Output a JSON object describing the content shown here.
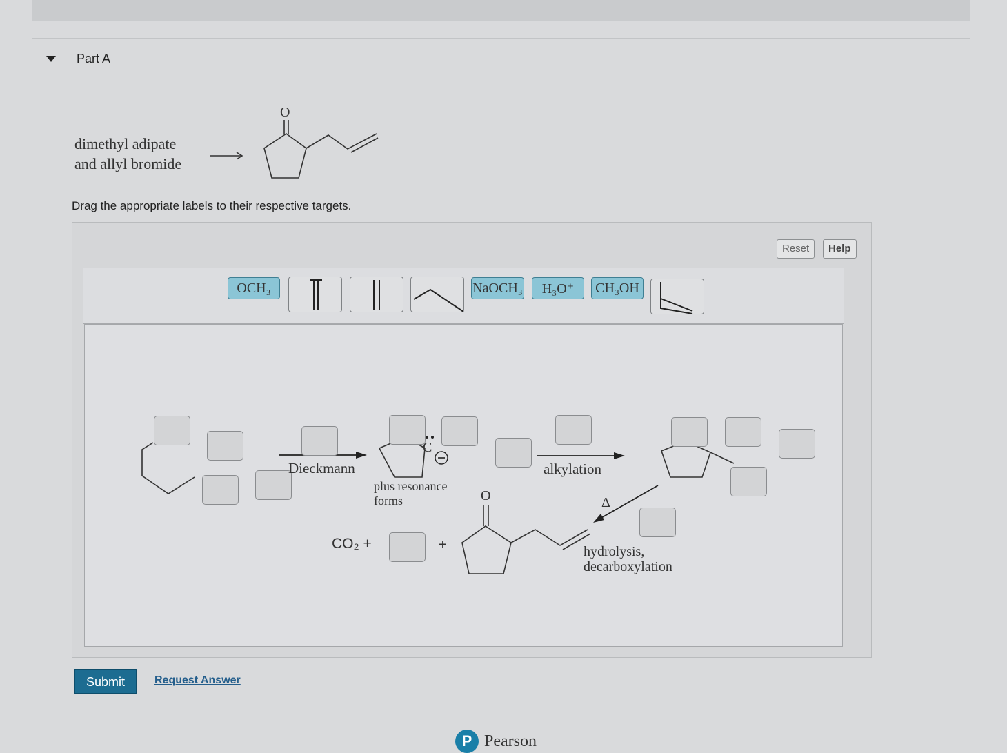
{
  "part": {
    "title": "Part A"
  },
  "reaction": {
    "reactants_line1": "dimethyl adipate",
    "reactants_line2": "and allyl bromide",
    "product_oxygen": "O"
  },
  "instructions": "Drag the appropriate labels to their respective targets.",
  "toolbar": {
    "reset_label": "Reset",
    "help_label": "Help"
  },
  "labels": {
    "och3": "OCH₃",
    "naoch3": "NaOCH₃",
    "h3o": "H₃O⁺",
    "ch3oh": "CH₃OH"
  },
  "scheme": {
    "step1": "Dieckmann",
    "resonance_line1": "plus resonance",
    "resonance_line2": "forms",
    "carbanion_atom": "C",
    "step2": "alkylation",
    "heat": "Δ",
    "step3_line1": "hydrolysis,",
    "step3_line2": "decarboxylation",
    "co2": "CO₂  +",
    "plus": "+",
    "product_oxygen": "O"
  },
  "actions": {
    "submit_label": "Submit",
    "request_label": "Request Answer"
  },
  "footer": {
    "brand": "Pearson",
    "logo_letter": "P"
  },
  "colors": {
    "accent": "#1c6c91",
    "label_tile": "#8bc5d6",
    "link": "#245e8c"
  }
}
